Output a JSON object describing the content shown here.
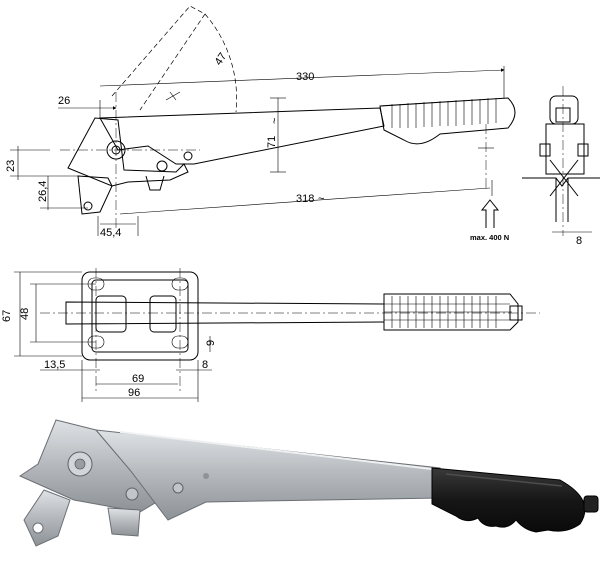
{
  "drawing": {
    "dimensions": {
      "angle": "47",
      "total_length": "330",
      "offset_top": "26",
      "grip_height": "71",
      "height_23": "23",
      "height_26_4": "26,4",
      "reach": "318",
      "base_45_4": "45,4",
      "side_width": "8",
      "plate_height": "67",
      "hole_spacing": "48",
      "edge_13_5": "13,5",
      "hole_spacing_69": "69",
      "hole_dia": "8",
      "hole_offset": "9",
      "plate_width": "96"
    },
    "notes": {
      "max_force": "max. 400 N",
      "tilde": "~"
    }
  },
  "colors": {
    "line": "#000000",
    "metal": "#b9bcc0",
    "metal_dark": "#7c8186",
    "grip": "#1c1c1c"
  }
}
